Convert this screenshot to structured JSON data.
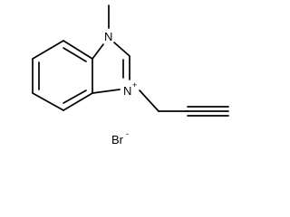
{
  "structure": {
    "atoms": {
      "n_top": "N",
      "n_bottom": "N",
      "n_bottom_charge": "+",
      "counter_ion": "Br",
      "counter_ion_charge": "-"
    },
    "colors": {
      "bond": "#000000",
      "label": "#000000",
      "background": "#ffffff"
    }
  }
}
